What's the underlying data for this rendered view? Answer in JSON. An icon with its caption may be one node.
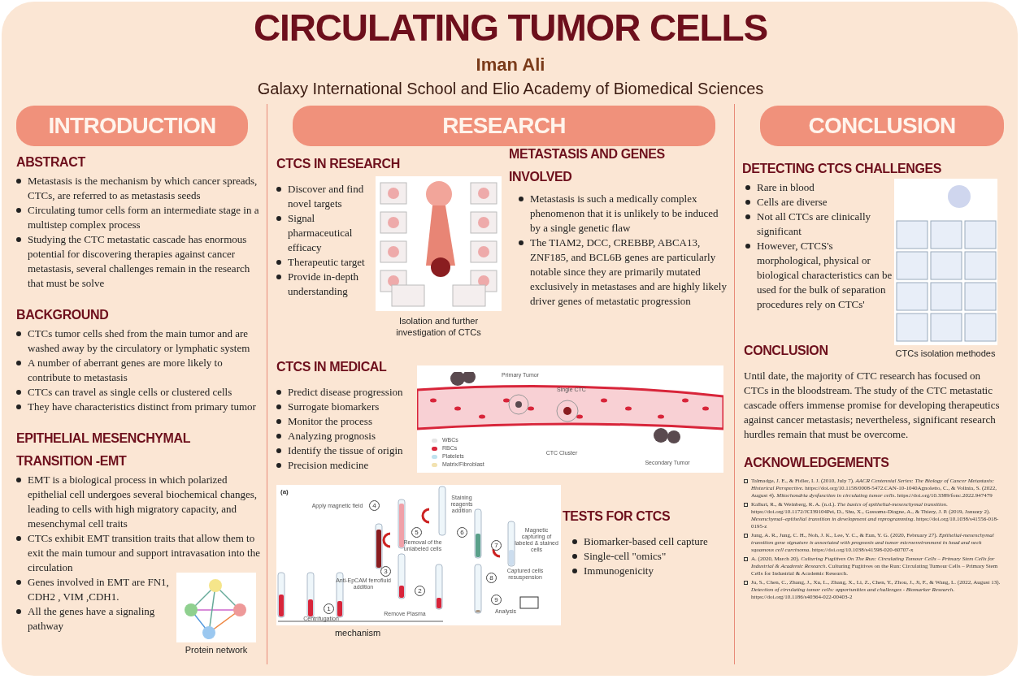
{
  "diagram": {
    "title": "CIRCULATING TUMOR CELLS",
    "nodes": [
      {
        "text": [
          "INTRODUCTION"
        ]
      },
      {
        "text": [
          "RESEARCH"
        ]
      },
      {
        "text": [
          "CONCLUSION"
        ]
      }
    ],
    "edges": [],
    "labels": [
      "Iman Ali",
      "Galaxy International School and Elio Academy of Biomedical Sciences",
      "ABSTRACT",
      "Metastasis is the mechanism by which cancer spreads, CTCs, are referred to as metastasis seeds",
      "Circulating tumor cells form an intermediate stage in a multistep complex process",
      "Studying the CTC metastatic cascade has enormous potential for discovering therapies against cancer metastasis, several challenges remain in the research that must be solve",
      "BACKGROUND",
      "CTCs tumor cells shed from the main tumor and are washed away by the circulatory or lymphatic system",
      "A number of aberrant genes are more likely to contribute to metastasis",
      "CTCs can travel as single cells or clustered cells",
      "They have characteristics distinct from primary tumor",
      "EPITHELIAL MESENCHYMAL TRANSITION -EMT",
      "EMT is a biological process in which polarized epithelial cell undergoes several biochemical changes, leading to cells with high migratory capacity, and mesenchymal cell traits",
      "CTCs exhibit EMT transition traits that allow them to exit the main tumour and support intravasation into the circulation",
      "Genes involved in EMT are FN1, CDH2 , VIM ,CDH1.",
      "All the genes have a signaling pathway",
      "Protein network",
      "CTCS IN RESEARCH",
      "Discover and find novel targets",
      "Signal pharmaceutical efficacy",
      "Therapeutic target",
      "Provide in-depth understanding",
      "Isolation and further investigation of CTCs",
      "METASTASIS AND GENES INVOLVED",
      "Metastasis is such a medically complex phenomenon that it is unlikely to be induced by a single genetic flaw",
      "The TIAM2, DCC, CREBBP, ABCA13, ZNF185, and BCL6B genes are particularly notable since they are primarily mutated exclusively in metastases and are highly likely driver genes of metastatic progression",
      "CTCS IN MEDICAL",
      "Predict disease progression",
      "Surrogate biomarkers",
      "Monitor the process",
      "Analyzing prognosis",
      "Identify the tissue of origin",
      "Precision medicine",
      "Primary Tumor",
      "Single CTC",
      "CTC Cluster",
      "Secondary Tumor",
      "(a)",
      "Apply magnetic field",
      "4",
      "5",
      "Removal of the unlabeled cells",
      "Staining reagents addition",
      "6",
      "Magnetic capturing of labeled & stained cells",
      "7",
      "3",
      "Anti-EpCAM ferrofluid addition",
      "2",
      "8",
      "Captured cells resuspension",
      "9",
      "Analysis",
      "1",
      "Remove Plasma",
      "Centrifugation",
      "mechanism",
      "TESTS FOR CTCS",
      "Biomarker-based cell capture",
      "Single-cell \"omics\"",
      "Immunogenicity",
      "DETECTING CTCS CHALLENGES",
      "Rare in blood",
      "Cells are diverse",
      "Not all CTCs are clinically significant",
      "However, CTCS's morphological, physical or biological characteristics can be used for the bulk of separation procedures rely on CTCs'",
      "CTCs isolation methodes",
      "CONCLUSION",
      "Until date, the majority of CTC research has focused on CTCs in the bloodstream. The study of the CTC metastatic cascade offers immense promise for developing therapeutics against cancer metastasis; nevertheless, significant research hurdles remain that must be overcome.",
      "ACKNOWLEDGEMENTS",
      "Talmadge, J. E., & Fidler, I. J. (2010, July 7). *AACR Centennial Series: The Biology of Cancer Metastasis: Historical Perspective*. https://doi.org/10.1158/0008-5472.CAN-10-1040Agnoletto, C., & Volinia, S. (2022, August 4). *Mitochondria dysfunction in circulating tumor cells*. https://doi.org/10.3389/fonc.2022.947479",
      "Kalluri, R., & Weinberg, R. A. (n.d.). *The basics of epithelial-mesenchymal transition*. https://doi.org/10.1172/JCI39104Pei, D., Shu, X., Gassama-Diagne, A., & Thiery, J. P. (2019, January 2). *Mesenchymal–epithelial transition in development and reprogramming*. https://doi.org/10.1038/s41556-018-0195-z",
      "Jung, A. R., Jung, C. H., Noh, J. K., Lee, Y. C., & Eun, Y. G. (2020, February 27). *Epithelial-mesenchymal transition gene signature is associated with prognosis and tumor microenvironment in head and neck squamous cell carcinoma*. https://doi.org/10.1038/s41598-020-60707-x",
      "A. (2020, March 20). *Culturing Fugitives On The Run: Circulating Tumour Cells – Primary Stem Cells for Industrial & Academic Research*. Culturing Fugitives on the Run: Circulating Tumour Cells – Primary Stem Cells for Industrial & Academic Research.",
      "Ju, S., Chen, C., Zhang, J., Xu, L., Zhang, X., Li, Z., Chen, Y., Zhou, J., Ji, F., & Wang, L. (2022, August 13). *Detection of circulating tumor cells: opportunities and challenges - Biomarker Research*. https://doi.org/10.1186/s40364-022-00403-2"
    ],
    "legend": [
      {
        "text": "WBCs",
        "color": "#e4e4e4"
      },
      {
        "text": "RBCs",
        "color": "#d8253a"
      },
      {
        "text": "Platelets",
        "color": "#bfe2ee"
      },
      {
        "text": "Matrix/Fibroblast",
        "color": "#f2e2b0"
      }
    ]
  }
}
